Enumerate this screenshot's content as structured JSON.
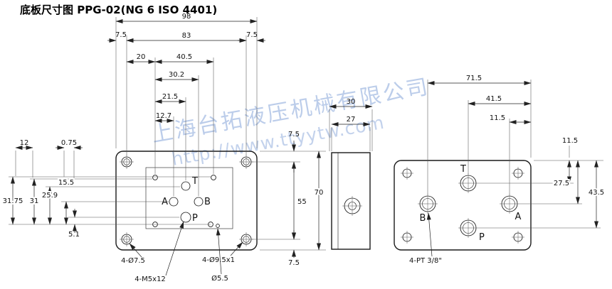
{
  "title": "底板尺寸图 PPG-02(NG 6 ISO 4401)",
  "watermark": {
    "company": "上海台拓液压机械有限公司",
    "url": "http://www.ttyytw.com"
  },
  "front_view": {
    "dims": {
      "overall_width": "98",
      "edge_left": "7.5",
      "bolt_span": "83",
      "edge_right": "7.5",
      "d20": "20",
      "d40_5": "40.5",
      "d30_2": "30.2",
      "d21_5": "21.5",
      "d12_7": "12.7",
      "d12": "12",
      "d0_75": "0.75",
      "d31_75": "31.75",
      "d31": "31",
      "d25_9": "25.9",
      "d15_5": "15.5",
      "d5_1": "5.1",
      "edge_top": "7.5",
      "bolt_span_v": "55",
      "edge_bottom": "7.5",
      "overall_height": "70"
    },
    "ports": {
      "a": "A",
      "b": "B",
      "t": "T",
      "p": "P"
    },
    "callouts": {
      "corner_holes": "4-Ø7.5",
      "counterbores": "4-Ø9.5x1",
      "mount_screws": "4-M5x12",
      "pin_hole": "Ø5.5"
    }
  },
  "side_view": {
    "dims": {
      "total_depth": "30",
      "body_depth": "27"
    }
  },
  "back_view": {
    "dims": {
      "d71_5": "71.5",
      "d41_5": "41.5",
      "d11_5_top": "11.5",
      "d11_5_right": "11.5",
      "d27_5": "27.5",
      "d43_5": "43.5"
    },
    "ports": {
      "t": "T",
      "b": "B",
      "a": "A",
      "p": "P"
    },
    "callouts": {
      "port_thread": "4-PT 3/8\""
    }
  }
}
